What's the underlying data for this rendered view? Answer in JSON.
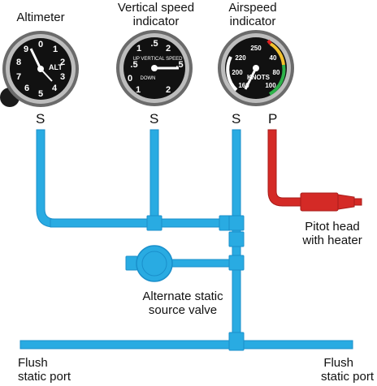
{
  "instruments": {
    "altimeter": {
      "label": "Altimeter",
      "port_letter": "S",
      "face_text": "ALT"
    },
    "vsi": {
      "label_line1": "Vertical speed",
      "label_line2": "indicator",
      "port_letter": "S",
      "face_up": "UP VERTICAL SPEED",
      "face_down": "DOWN"
    },
    "asi": {
      "label_line1": "Airspeed",
      "label_line2": "indicator",
      "port_letter": "S",
      "face_text": "KNOTS"
    }
  },
  "pitot": {
    "port_letter": "P",
    "label_line1": "Pitot head",
    "label_line2": "with heater"
  },
  "valve": {
    "label_line1": "Alternate static",
    "label_line2": "source valve"
  },
  "ports": {
    "left": {
      "line1": "Flush",
      "line2": "static port"
    },
    "right": {
      "line1": "Flush",
      "line2": "static port"
    }
  },
  "colors": {
    "static_line": "#29abe2",
    "static_line_edge": "#1a8fcb",
    "pitot_line": "#d42a26",
    "gauge_body": "#1b1b1b"
  }
}
